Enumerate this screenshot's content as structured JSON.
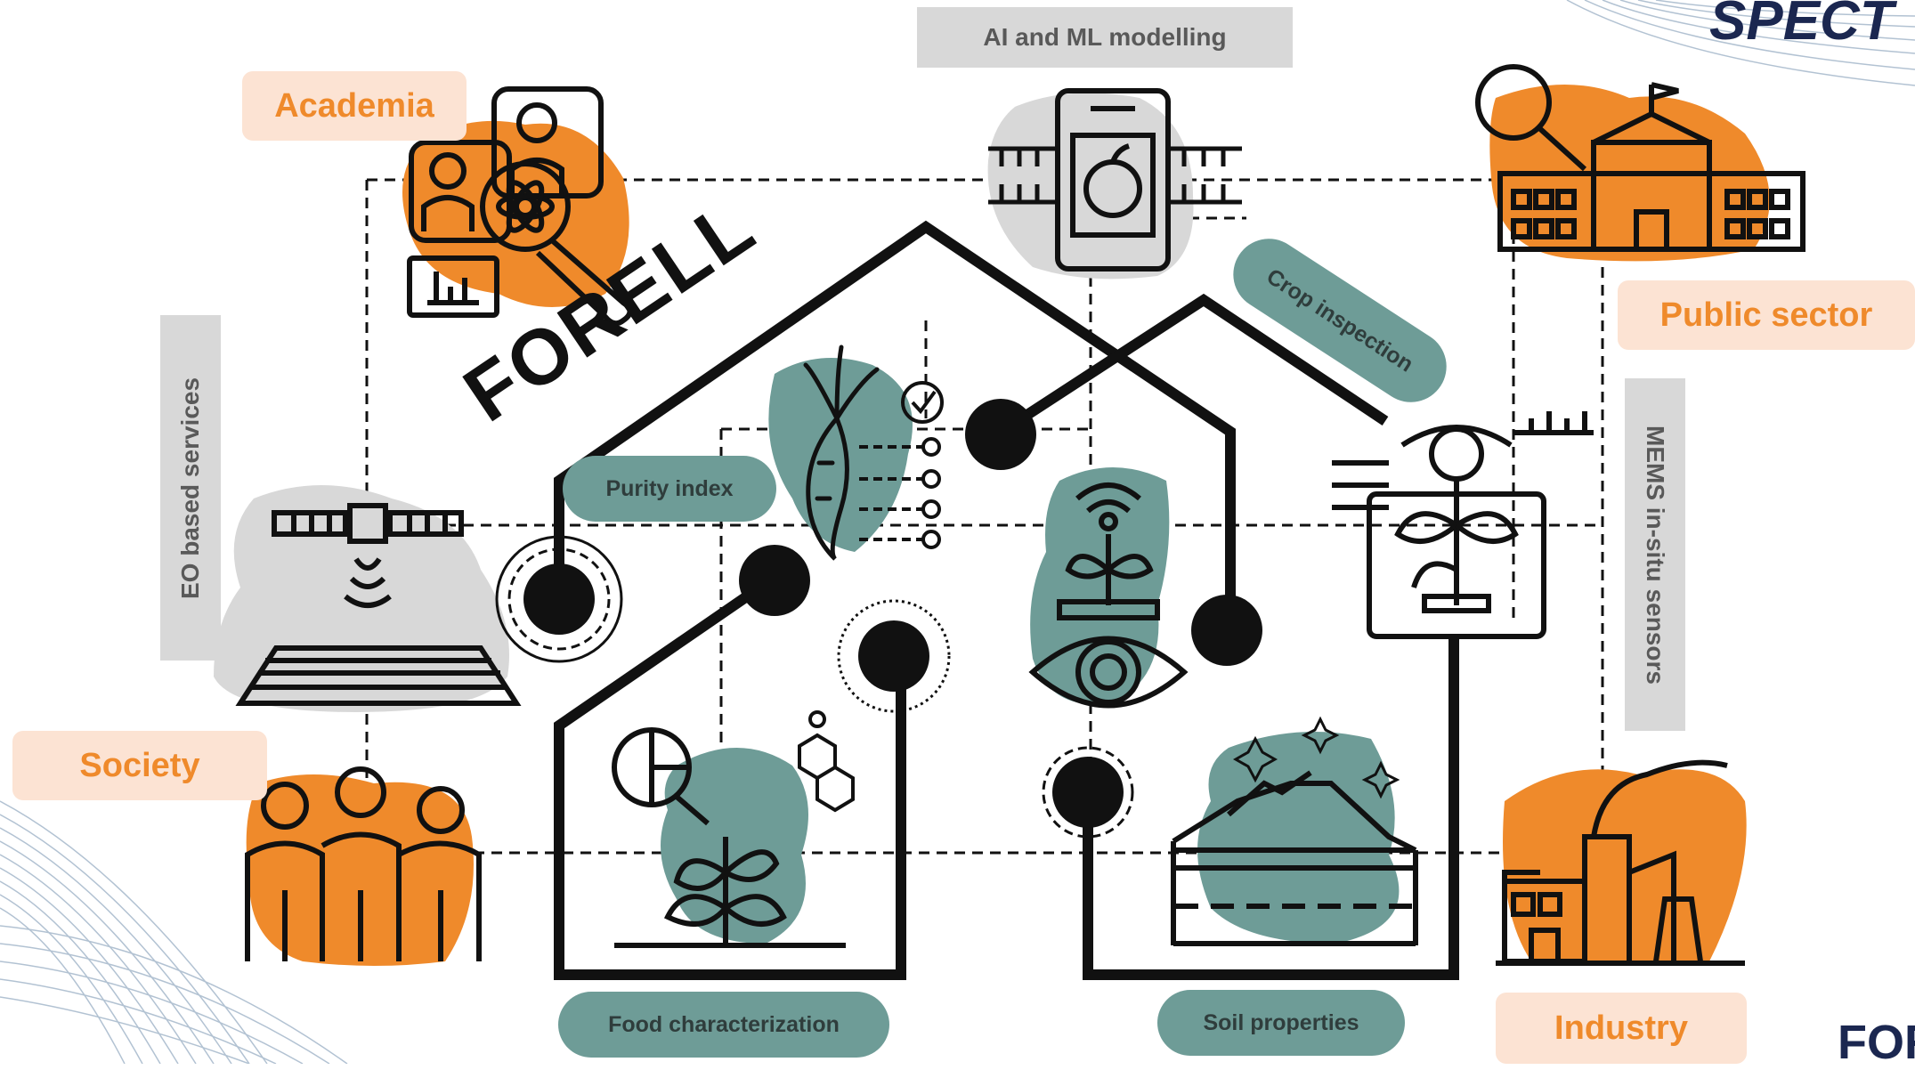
{
  "logo": {
    "text": "SPECT"
  },
  "footer": {
    "text": "FOR"
  },
  "title": "FORELL",
  "stakeholders": {
    "academia": "Academia",
    "public_sector": "Public sector",
    "society": "Society",
    "industry": "Industry"
  },
  "technologies": {
    "ai_ml": "AI and ML modelling",
    "eo_services": "EO based services",
    "mems_sensors": "MEMS in-situ sensors"
  },
  "applications": {
    "purity_index": "Purity index",
    "crop_inspection": "Crop inspection",
    "food_characterization": "Food characterization",
    "soil_properties": "Soil properties"
  },
  "colors": {
    "orange": "#ef8a2b",
    "orange_light": "#fce3d3",
    "teal": "#6e9c97",
    "gray": "#d8d8d8",
    "gray_text": "#595959",
    "line": "#111111",
    "navy": "#1b2750",
    "wave": "#9fb3c8"
  },
  "icons": [
    "academia-people-icon",
    "public-building-icon",
    "society-group-icon",
    "industry-factory-icon",
    "smartphone-apple-icon",
    "satellite-field-icon",
    "carrot-checklist-icon",
    "wifi-plant-eye-icon",
    "plant-tablet-sensor-icon",
    "plant-molecule-icon",
    "soil-mountain-icon"
  ]
}
